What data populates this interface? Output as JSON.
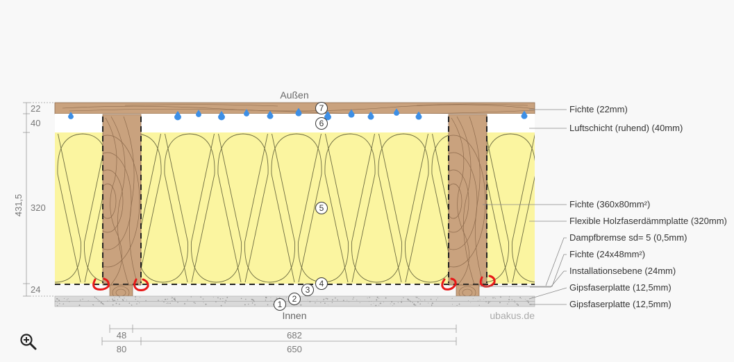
{
  "diagram": {
    "side_top": "Außen",
    "side_bottom": "Innen",
    "watermark": "ubakus.de",
    "left_dims": [
      {
        "label": "22"
      },
      {
        "label": "40"
      },
      {
        "label": "320"
      },
      {
        "label": "24"
      }
    ],
    "total_dim": "431,5",
    "bottom_dims": {
      "row1": [
        "48",
        "682"
      ],
      "row2": [
        "80",
        "650"
      ]
    },
    "numbers": [
      "1",
      "2",
      "3",
      "4",
      "5",
      "6",
      "7"
    ],
    "layers": [
      "Fichte (22mm)",
      "Luftschicht (ruhend) (40mm)",
      "Fichte (360x80mm²)",
      "Flexible Holzfaserdämmplatte (320mm)",
      "Dampfbremse sd= 5 (0,5mm)",
      "Fichte (24x48mm²)",
      "Installationsebene (24mm)",
      "Gipsfaserplatte (12,5mm)",
      "Gipsfaserplatte (12,5mm)"
    ]
  },
  "colors": {
    "wood": "#c9a27e",
    "wood_grain": "#8d6a4c",
    "insulation": "#fbf5a0",
    "insulation_line": "#6b6a40",
    "gypsum": "#d9d9d9",
    "drop": "#3d8fe6",
    "mark": "#e81818"
  },
  "icons": {
    "zoom": "zoom-in-icon"
  }
}
